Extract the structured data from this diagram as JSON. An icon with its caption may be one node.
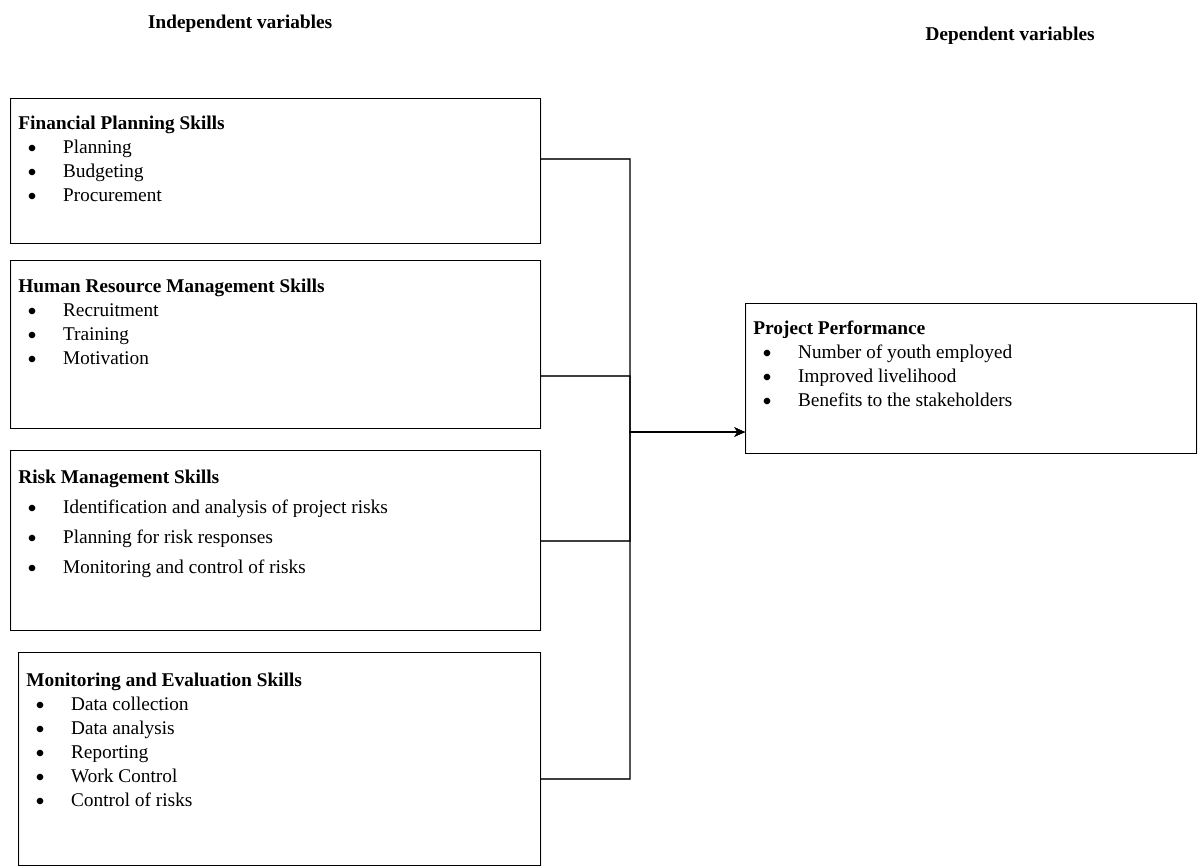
{
  "diagram": {
    "nodes": [
      {
        "text": [
          "Financial Planning Skills",
          "Planning",
          "Budgeting",
          "Procurement"
        ]
      },
      {
        "text": [
          "Human Resource Management Skills",
          "Recruitment",
          "Training",
          "Motivation"
        ]
      },
      {
        "text": [
          "Risk Management Skills",
          "Identification and analysis of project risks",
          "Planning for risk responses",
          "Monitoring and control of risks"
        ]
      },
      {
        "text": [
          "Monitoring and Evaluation Skills",
          "Data collection",
          "Data analysis",
          "Reporting",
          "Work Control",
          "Control of risks"
        ]
      },
      {
        "text": [
          "Project Performance",
          "Number of youth employed",
          "Improved livelihood",
          "Benefits to the stakeholders"
        ]
      }
    ],
    "edges": [
      {
        "from": 0,
        "to": 4,
        "arrow": "to"
      },
      {
        "from": 1,
        "to": 4,
        "arrow": "to"
      },
      {
        "from": 2,
        "to": 4,
        "arrow": "to"
      },
      {
        "from": 3,
        "to": 4,
        "arrow": "to"
      }
    ],
    "labels": [
      "Independent variables",
      "Dependent variables"
    ]
  }
}
